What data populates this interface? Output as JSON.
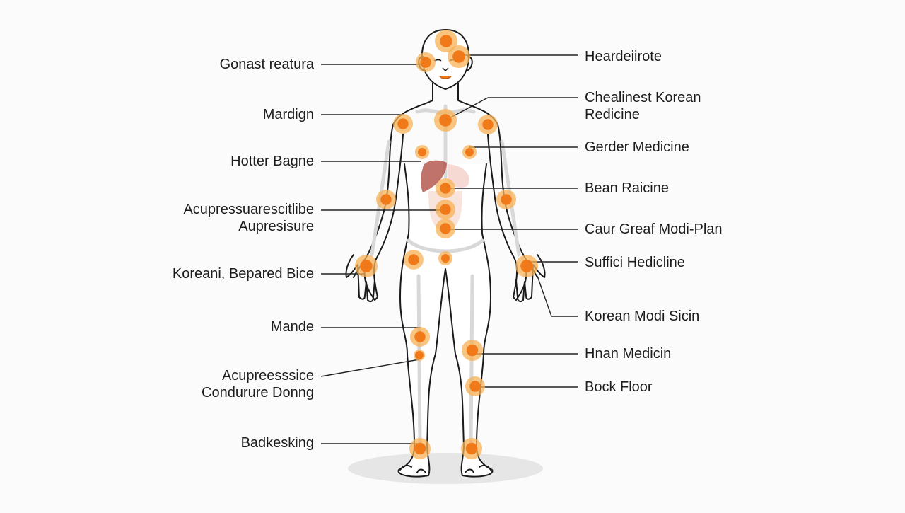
{
  "labels_left": [
    {
      "lines": [
        "Gonast reatura"
      ]
    },
    {
      "lines": [
        "Mardign"
      ]
    },
    {
      "lines": [
        "Hotter Bagne"
      ]
    },
    {
      "lines": [
        "Acupressuarescitlibe",
        "Aupresisure"
      ]
    },
    {
      "lines": [
        "Koreani, Bepared Bice"
      ]
    },
    {
      "lines": [
        "Mande"
      ]
    },
    {
      "lines": [
        "Acupreesssice",
        "Condurure Donng"
      ]
    },
    {
      "lines": [
        "Badkesking"
      ]
    }
  ],
  "labels_right": [
    {
      "lines": [
        "Heardeiirote"
      ]
    },
    {
      "lines": [
        "Chealinest Korean",
        "Redicine"
      ]
    },
    {
      "lines": [
        "Gerder Medicine"
      ]
    },
    {
      "lines": [
        "Bean Raicine"
      ]
    },
    {
      "lines": [
        "Caur Greaf Modi-Plan"
      ]
    },
    {
      "lines": [
        "Suffici Hedicline"
      ]
    },
    {
      "lines": [
        "Korean Modi Sicin"
      ]
    },
    {
      "lines": [
        "Hnan Medicin"
      ]
    },
    {
      "lines": [
        "Bock Floor"
      ]
    }
  ],
  "colors": {
    "point": "#f07a1a",
    "point_halo": "#f7b256",
    "line": "#222222",
    "body_outline": "#1a1a1a",
    "organ": "#b45a50"
  }
}
